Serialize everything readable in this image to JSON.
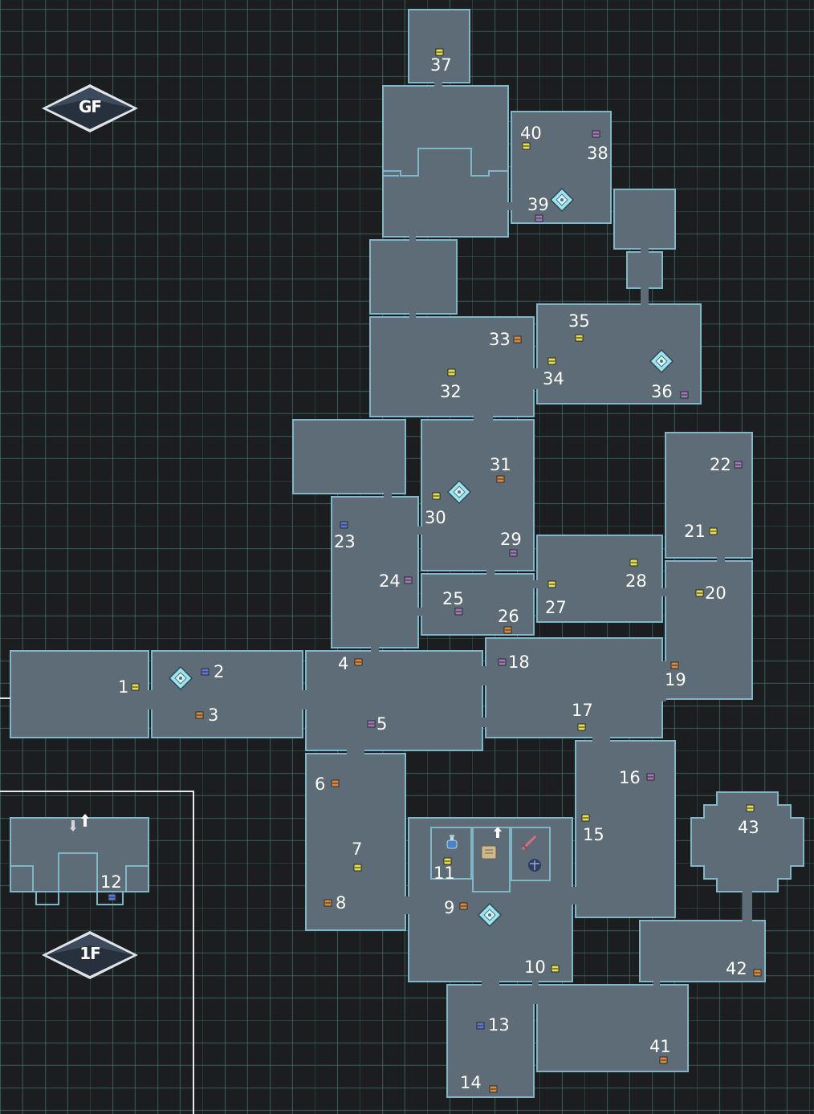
{
  "floors": {
    "gf": "GF",
    "f1": "1F"
  },
  "colors": {
    "room_fill": "#5e6c78",
    "room_border": "#7fb7c9",
    "chest_yellow": "#e7e04a",
    "chest_orange": "#d98a3c",
    "chest_blue": "#5a78d8",
    "chest_purple": "#a07ab8",
    "warp": "#9ee4ee"
  },
  "chests": [
    {
      "n": "1",
      "color": "yellow"
    },
    {
      "n": "2",
      "color": "blue"
    },
    {
      "n": "3",
      "color": "orange"
    },
    {
      "n": "4",
      "color": "orange"
    },
    {
      "n": "5",
      "color": "purple"
    },
    {
      "n": "6",
      "color": "orange"
    },
    {
      "n": "7",
      "color": "yellow"
    },
    {
      "n": "8",
      "color": "orange"
    },
    {
      "n": "9",
      "color": "orange"
    },
    {
      "n": "10",
      "color": "yellow"
    },
    {
      "n": "11",
      "color": "yellow"
    },
    {
      "n": "12",
      "color": "blue"
    },
    {
      "n": "13",
      "color": "blue"
    },
    {
      "n": "14",
      "color": "orange"
    },
    {
      "n": "15",
      "color": "yellow"
    },
    {
      "n": "16",
      "color": "purple"
    },
    {
      "n": "17",
      "color": "yellow"
    },
    {
      "n": "18",
      "color": "purple"
    },
    {
      "n": "19",
      "color": "orange"
    },
    {
      "n": "20",
      "color": "yellow"
    },
    {
      "n": "21",
      "color": "yellow"
    },
    {
      "n": "22",
      "color": "purple"
    },
    {
      "n": "23",
      "color": "blue"
    },
    {
      "n": "24",
      "color": "purple"
    },
    {
      "n": "25",
      "color": "purple"
    },
    {
      "n": "26",
      "color": "orange"
    },
    {
      "n": "27",
      "color": "yellow"
    },
    {
      "n": "28",
      "color": "yellow"
    },
    {
      "n": "29",
      "color": "purple"
    },
    {
      "n": "30",
      "color": "yellow"
    },
    {
      "n": "31",
      "color": "orange"
    },
    {
      "n": "32",
      "color": "yellow"
    },
    {
      "n": "33",
      "color": "orange"
    },
    {
      "n": "34",
      "color": "yellow"
    },
    {
      "n": "35",
      "color": "yellow"
    },
    {
      "n": "36",
      "color": "purple"
    },
    {
      "n": "37",
      "color": "yellow"
    },
    {
      "n": "38",
      "color": "purple"
    },
    {
      "n": "39",
      "color": "purple"
    },
    {
      "n": "40",
      "color": "yellow"
    },
    {
      "n": "41",
      "color": "orange"
    },
    {
      "n": "42",
      "color": "orange"
    },
    {
      "n": "43",
      "color": "yellow"
    }
  ],
  "icons": {
    "warp": "warp-crystal-icon",
    "stairs": "stairs-icon",
    "potion_shop": "potion-icon",
    "scroll_shop": "scroll-icon",
    "weapon_shop": "sword-icon",
    "armor_shop": "scales-icon"
  }
}
